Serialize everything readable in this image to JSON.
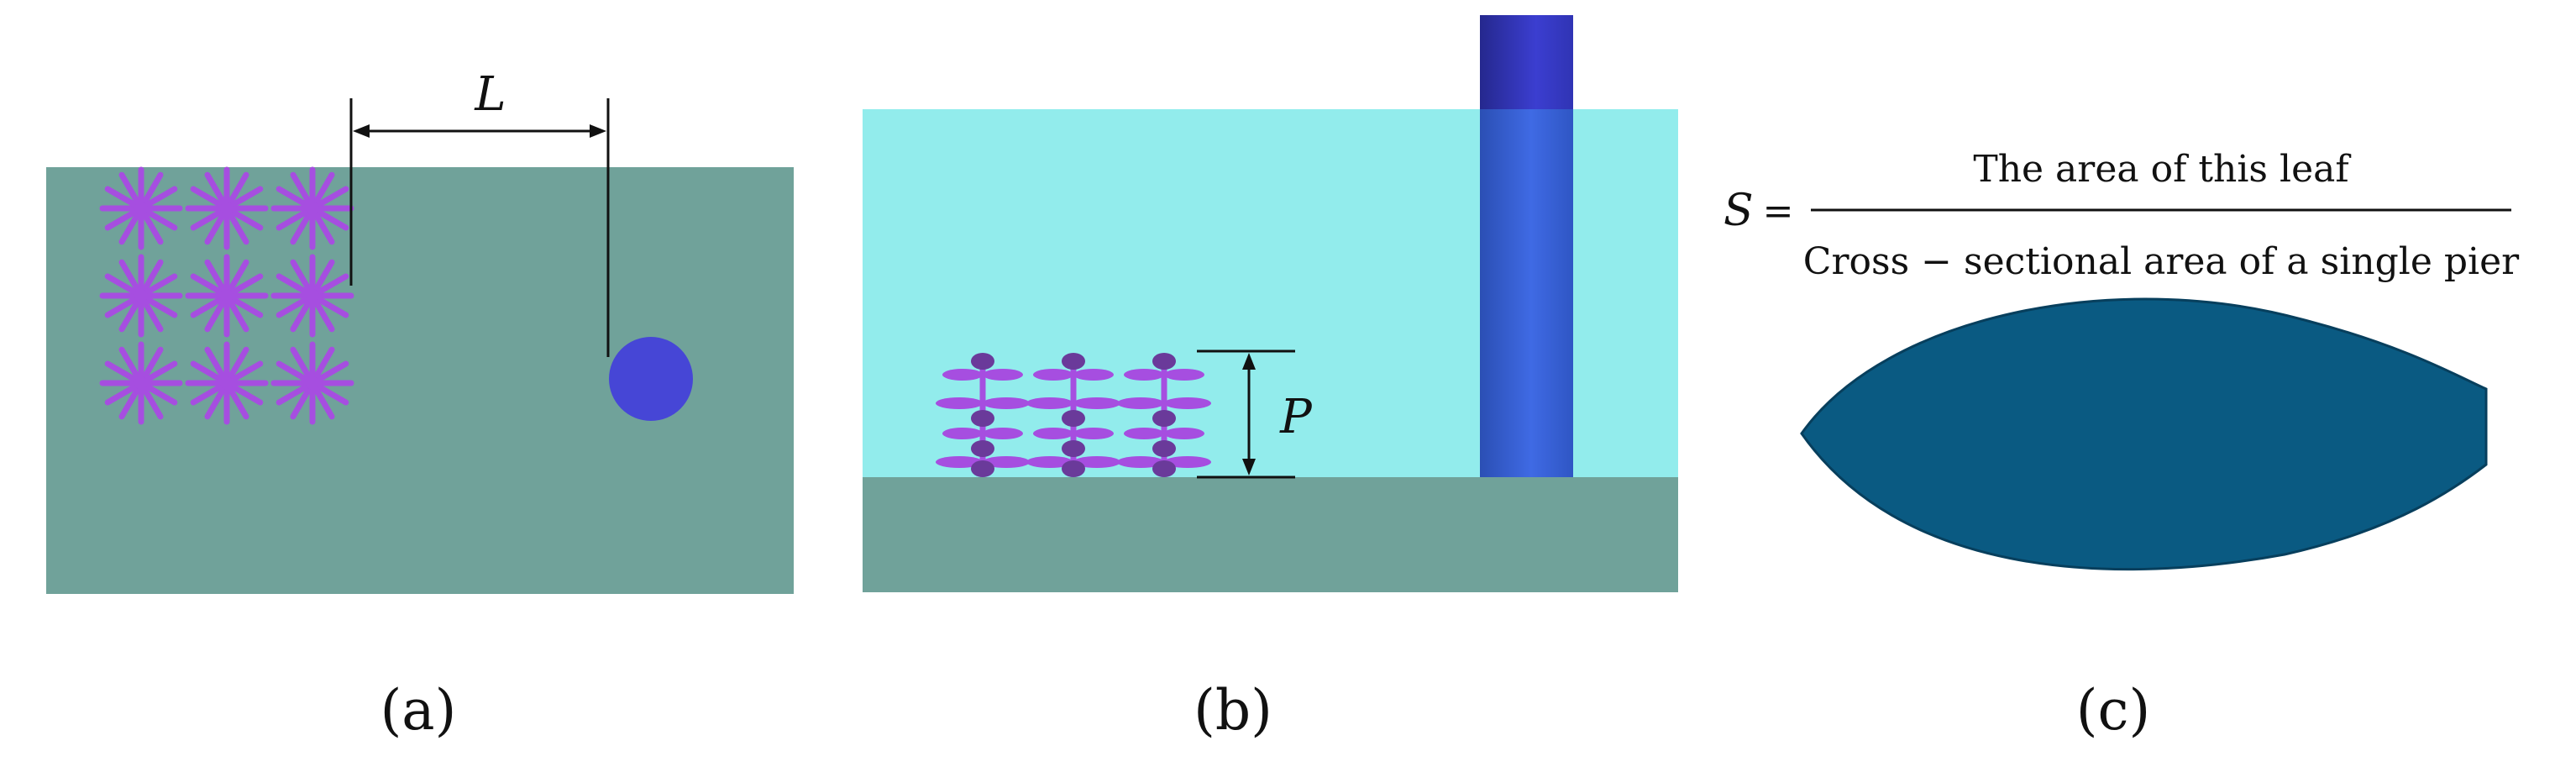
{
  "panels": {
    "a": {
      "label": "(a)",
      "dimension_label": "L",
      "plant_rows": 3,
      "plant_cols": 3
    },
    "b": {
      "label": "(b)",
      "dimension_label": "P",
      "plant_count": 3
    },
    "c": {
      "label": "(c)",
      "formula": {
        "variable": "S",
        "equals": "=",
        "numerator": "The area of this leaf",
        "denominator": "Cross − sectional area of a single pier"
      }
    }
  },
  "colors": {
    "bed": "#70a29a",
    "water": "#92ecec",
    "pier": "#3a5ed8",
    "pier_top": "#3238b0",
    "pier_circle": "#4646d6",
    "vegetation": "#a64ee0",
    "vegetation_dark": "#6a3a9a",
    "leaf": "#0a5a82",
    "dimension_line": "#111111"
  }
}
